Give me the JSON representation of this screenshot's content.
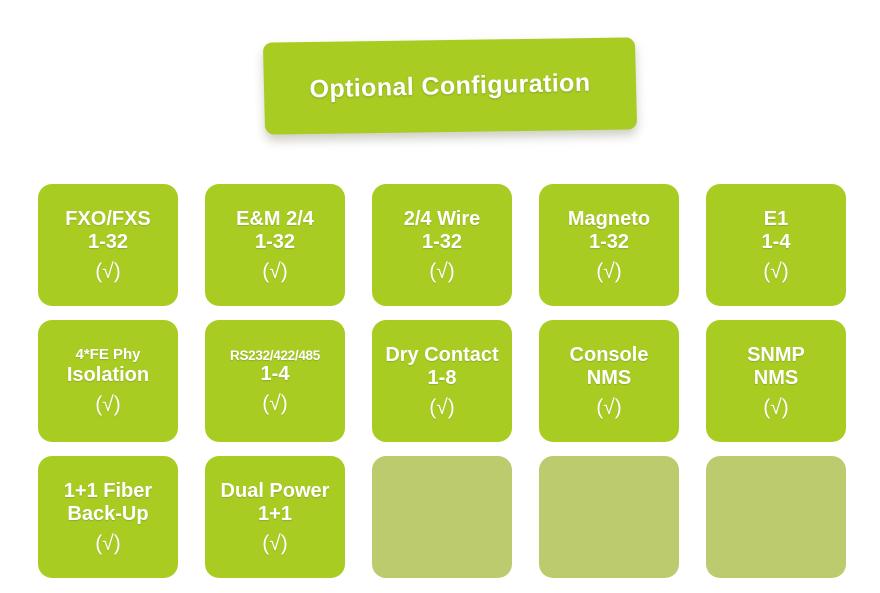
{
  "banner": {
    "title": "Optional Configuration",
    "color": "#a8cc22",
    "text_color": "#ffffff"
  },
  "colors": {
    "filled_box": "#a8cc22",
    "empty_box": "#bccb6d",
    "background": "#ffffff",
    "label": "#ffffff"
  },
  "check_symbol": "(√)",
  "grid": {
    "columns": 5,
    "rows": [
      {
        "cells": [
          {
            "line1": "FXO/FXS",
            "line2": "1-32",
            "check": "(√)",
            "state": "filled",
            "line1_size": "lg",
            "line2_size": "lg"
          },
          {
            "line1": "E&M 2/4",
            "line2": "1-32",
            "check": "(√)",
            "state": "filled",
            "line1_size": "lg",
            "line2_size": "lg"
          },
          {
            "line1": "2/4 Wire",
            "line2": "1-32",
            "check": "(√)",
            "state": "filled",
            "line1_size": "lg",
            "line2_size": "lg"
          },
          {
            "line1": "Magneto",
            "line2": "1-32",
            "check": "(√)",
            "state": "filled",
            "line1_size": "lg",
            "line2_size": "lg"
          },
          {
            "line1": "E1",
            "line2": "1-4",
            "check": "(√)",
            "state": "filled",
            "line1_size": "lg",
            "line2_size": "lg"
          }
        ]
      },
      {
        "cells": [
          {
            "line1": "4*FE Phy",
            "line2": "Isolation",
            "check": "(√)",
            "state": "filled",
            "line1_size": "sm",
            "line2_size": "lg"
          },
          {
            "line1": "RS232/422/485",
            "line2": "1-4",
            "check": "(√)",
            "state": "filled",
            "line1_size": "xs",
            "line2_size": "lg"
          },
          {
            "line1": "Dry Contact",
            "line2": "1-8",
            "check": "(√)",
            "state": "filled",
            "line1_size": "lg",
            "line2_size": "lg"
          },
          {
            "line1": "Console",
            "line2": "NMS",
            "check": "(√)",
            "state": "filled",
            "line1_size": "lg",
            "line2_size": "lg"
          },
          {
            "line1": "SNMP",
            "line2": "NMS",
            "check": "(√)",
            "state": "filled",
            "line1_size": "lg",
            "line2_size": "lg"
          }
        ]
      },
      {
        "cells": [
          {
            "line1": "1+1 Fiber",
            "line2": "Back-Up",
            "check": "(√)",
            "state": "filled",
            "line1_size": "lg",
            "line2_size": "lg"
          },
          {
            "line1": "Dual Power",
            "line2": "1+1",
            "check": "(√)",
            "state": "filled",
            "line1_size": "lg",
            "line2_size": "lg"
          },
          {
            "line1": "",
            "line2": "",
            "check": "",
            "state": "empty",
            "line1_size": "lg",
            "line2_size": "lg"
          },
          {
            "line1": "",
            "line2": "",
            "check": "",
            "state": "empty",
            "line1_size": "lg",
            "line2_size": "lg"
          },
          {
            "line1": "",
            "line2": "",
            "check": "",
            "state": "empty",
            "line1_size": "lg",
            "line2_size": "lg"
          }
        ]
      }
    ]
  }
}
